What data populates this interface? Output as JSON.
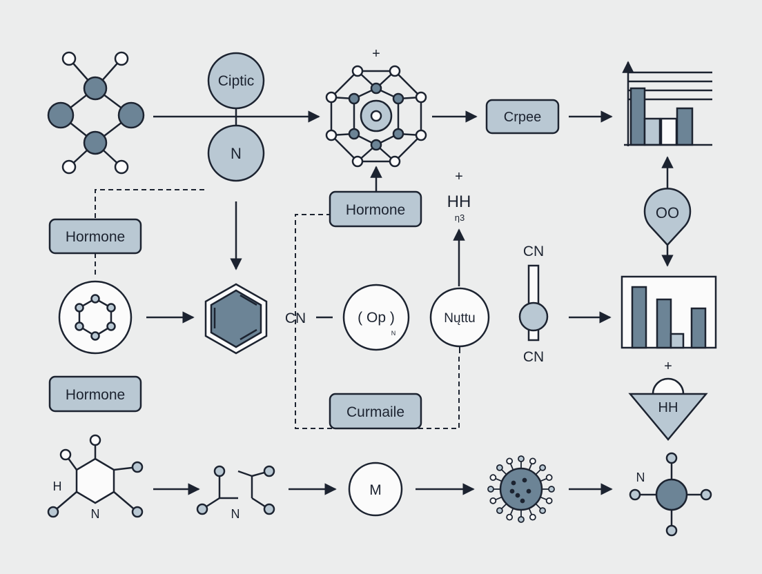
{
  "colors": {
    "background": "#eceded",
    "stroke": "#1c2330",
    "node_fill": "#6c8496",
    "light_fill": "#b9c8d3",
    "white_fill": "#fbfbfb"
  },
  "labels": {
    "ciptic": "Ciptic",
    "n_top": "N",
    "plus_top": "+",
    "crpee": "Crpee",
    "hormone_center": "Hormone",
    "hh_top": "HH",
    "hh_sub": "η3",
    "plus_hh": "+",
    "hormone_left_1": "Hormone",
    "hormone_left_2": "Hormone",
    "oo": "OO",
    "cn_left": "CN",
    "op": "( Op )",
    "op_small": "N",
    "nutu": "Nųttu",
    "cn_top": "CN",
    "cn_bottom": "CN",
    "curmaile": "Curmaile",
    "plus_tri": "+",
    "hh_tri": "HH",
    "h_ring": "H",
    "n_ring": "N",
    "n_chain": "N",
    "m_circle": "M",
    "n_last": "N"
  },
  "icons": {
    "molecule": "molecule-icon",
    "polyhedron": "polyhedron-icon",
    "bar_chart": "bar-chart-icon",
    "benzene": "benzene-icon",
    "virus": "virus-icon"
  }
}
